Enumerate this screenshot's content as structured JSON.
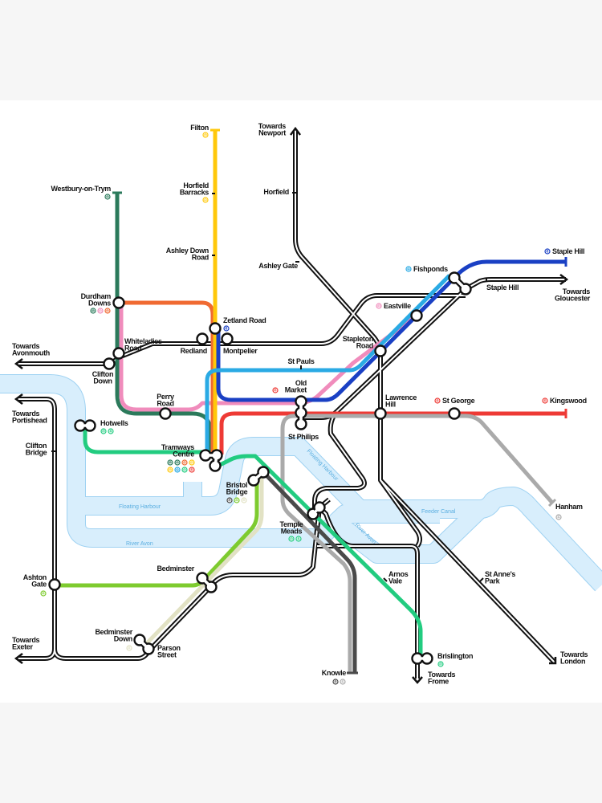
{
  "line_colors": {
    "1": "#2b7a5b",
    "2": "#2b7a5b",
    "3": "#f08cbc",
    "4": "#f06a32",
    "5": "#ffc80a",
    "6": "#ffc80a",
    "7": "#2aaae4",
    "9": "#22cc80",
    "10": "#ee3a35",
    "11": "#7ecb2f",
    "12": "#e2e2c4",
    "14": "#1a40c4",
    "15": "#aaaaaa",
    "16": "#4a4a4a",
    "17": "#22cc80"
  },
  "colors": {
    "background": "#f6f6f6",
    "map": "#ffffff",
    "water": "#d8eefc",
    "water_edge": "#9fd2f2",
    "rail": "#111111"
  },
  "stations": {
    "filton": {
      "name": [
        "Filton"
      ],
      "badges": [
        "6"
      ]
    },
    "horfield_barracks": {
      "name": [
        "Horfield",
        "Barracks"
      ],
      "badges": [
        "5"
      ]
    },
    "ashley_down_road": {
      "name": [
        "Ashley Down",
        "Road"
      ],
      "badges": []
    },
    "horfield": {
      "name": [
        "Horfield"
      ],
      "badges": []
    },
    "ashley_gate": {
      "name": [
        "Ashley Gate"
      ],
      "badges": []
    },
    "westbury": {
      "name": [
        "Westbury-on-Trym"
      ],
      "badges": [
        "2"
      ]
    },
    "durdham_downs": {
      "name": [
        "Durdham",
        "Downs"
      ],
      "badges": [
        "1",
        "3",
        "4"
      ]
    },
    "zetland_road": {
      "name": [
        "Zetland Road"
      ],
      "badges": [
        "14"
      ]
    },
    "whiteladies_road": {
      "name": [
        "Whiteladies",
        "Road"
      ],
      "badges": []
    },
    "redland": {
      "name": [
        "Redland"
      ],
      "badges": []
    },
    "montpelier": {
      "name": [
        "Montpelier"
      ],
      "badges": []
    },
    "clifton_down": {
      "name": [
        "Clifton",
        "Down"
      ],
      "badges": []
    },
    "st_pauls": {
      "name": [
        "St Pauls"
      ],
      "badges": []
    },
    "stapleton_road": {
      "name": [
        "Stapleton",
        "Road"
      ],
      "badges": []
    },
    "eastville": {
      "name": [
        "Eastville"
      ],
      "badges": [
        "3"
      ]
    },
    "fishponds": {
      "name": [
        "Fishponds"
      ],
      "badges": [
        "7"
      ]
    },
    "staple_hill_tram": {
      "name": [
        "Staple Hill"
      ],
      "badges": [
        "14"
      ]
    },
    "staple_hill_rail": {
      "name": [
        "Staple Hill"
      ],
      "badges": []
    },
    "old_market": {
      "name": [
        "Old",
        "Market"
      ],
      "badges": [
        "10"
      ]
    },
    "lawrence_hill": {
      "name": [
        "Lawrence",
        "Hill"
      ],
      "badges": []
    },
    "st_george": {
      "name": [
        "St George"
      ],
      "badges": [
        "10"
      ]
    },
    "kingswood": {
      "name": [
        "Kingswood"
      ],
      "badges": [
        "10"
      ]
    },
    "st_philips": {
      "name": [
        "St Philips"
      ],
      "badges": []
    },
    "perry_road": {
      "name": [
        "Perry",
        "Road"
      ],
      "badges": []
    },
    "hotwells": {
      "name": [
        "Hotwells"
      ],
      "badges": [
        "9",
        "17"
      ]
    },
    "clifton_bridge": {
      "name": [
        "Clifton",
        "Bridge"
      ],
      "badges": []
    },
    "tramways_centre": {
      "name": [
        "Tramways",
        "Centre"
      ],
      "badges": [
        "1",
        "2",
        "4",
        "5",
        "6",
        "7",
        "9",
        "10"
      ]
    },
    "bristol_bridge": {
      "name": [
        "Bristol",
        "Bridge"
      ],
      "badges": [
        "16",
        "11",
        "12"
      ]
    },
    "temple_meads": {
      "name": [
        "Temple",
        "Meads"
      ],
      "badges": [
        "9",
        "17"
      ]
    },
    "hanham": {
      "name": [
        "Hanham"
      ],
      "badges": [
        "15"
      ]
    },
    "bedminster": {
      "name": [
        "Bedminster"
      ],
      "badges": []
    },
    "ashton_gate": {
      "name": [
        "Ashton",
        "Gate"
      ],
      "badges": [
        "11"
      ]
    },
    "amos_vale": {
      "name": [
        "Arnos",
        "Vale"
      ],
      "badges": []
    },
    "st_annes_park": {
      "name": [
        "St Anne's",
        "Park"
      ],
      "badges": []
    },
    "bedminster_down": {
      "name": [
        "Bedminster",
        "Down"
      ],
      "badges": [
        "12"
      ]
    },
    "parson_street": {
      "name": [
        "Parson",
        "Street"
      ],
      "badges": []
    },
    "brislington": {
      "name": [
        "Brislington"
      ],
      "badges": [
        "9"
      ]
    },
    "knowle": {
      "name": [
        "Knowle"
      ],
      "badges": [
        "16",
        "15"
      ]
    }
  },
  "destinations": {
    "newport": [
      "Towards",
      "Newport"
    ],
    "avonmouth": [
      "Towards",
      "Avonmouth"
    ],
    "portishead": [
      "Towards",
      "Portishead"
    ],
    "gloucester": [
      "Towards",
      "Gloucester"
    ],
    "exeter": [
      "Towards",
      "Exeter"
    ],
    "frome": [
      "Towards",
      "Frome"
    ],
    "london": [
      "Towards",
      "London"
    ]
  },
  "water": {
    "floating_harbour": "Floating Harbour",
    "river_avon": "River Avon",
    "feeder_canal": "Feeder Canal"
  }
}
